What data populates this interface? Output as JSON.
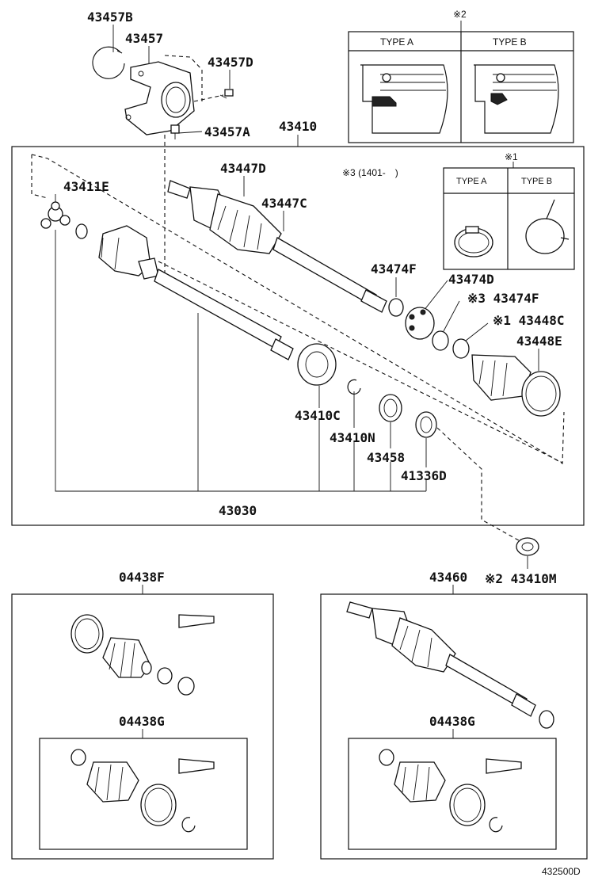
{
  "diagram": {
    "footer_code": "432500D",
    "type_box_2": {
      "mark": "※2",
      "type_a": "TYPE A",
      "type_b": "TYPE B"
    },
    "type_box_1": {
      "mark": "※1",
      "type_a": "TYPE A",
      "type_b": "TYPE B"
    },
    "note_3": "※3 (1401-　)",
    "labels": {
      "p43457B": "43457B",
      "p43457": "43457",
      "p43457D": "43457D",
      "p43457A": "43457A",
      "p43410": "43410",
      "p43447D": "43447D",
      "p43447C": "43447C",
      "p43411E": "43411E",
      "p43474F_a": "43474F",
      "p43474D": "43474D",
      "p43474F_b": "※3 43474F",
      "p43448C": "※1 43448C",
      "p43448E": "43448E",
      "p43410C": "43410C",
      "p43410N": "43410N",
      "p43458": "43458",
      "p41336D": "41336D",
      "p43030": "43030",
      "p04438F": "04438F",
      "p04438G_left": "04438G",
      "p43460": "43460",
      "p43410M": "※2 43410M",
      "p04438G_right": "04438G"
    }
  }
}
